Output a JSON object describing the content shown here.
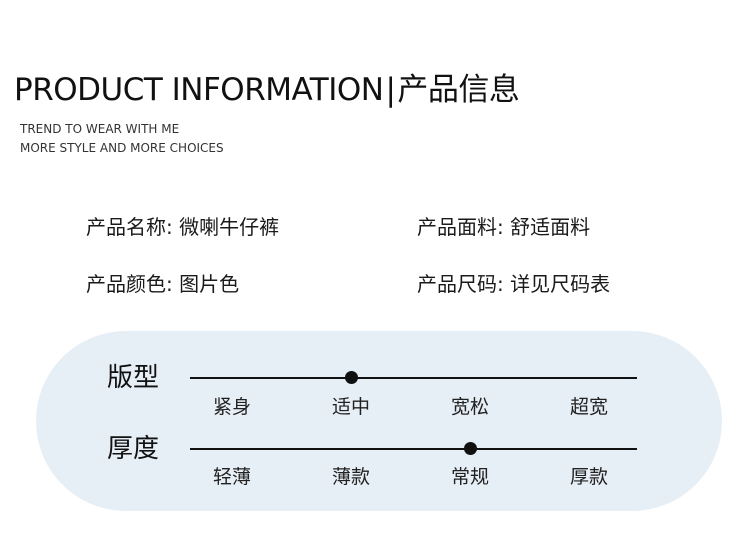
{
  "header": {
    "title_en": "PRODUCT INFORMATION",
    "separator": "|",
    "title_cn": "产品信息",
    "subtitle_line1": "TREND TO WEAR WITH ME",
    "subtitle_line2": "MORE STYLE AND MORE CHOICES"
  },
  "info": {
    "name_label": "产品名称:",
    "name_value": "微喇牛仔裤",
    "fabric_label": "产品面料:",
    "fabric_value": "舒适面料",
    "color_label": "产品颜色:",
    "color_value": "图片色",
    "size_label": "产品尺码:",
    "size_value": "详见尺码表"
  },
  "scales": {
    "fit": {
      "label": "版型",
      "options": [
        "紧身",
        "适中",
        "宽松",
        "超宽"
      ],
      "selected_index": 1
    },
    "thickness": {
      "label": "厚度",
      "options": [
        "轻薄",
        "薄款",
        "常规",
        "厚款"
      ],
      "selected_index": 2
    }
  },
  "colors": {
    "panel_background": "#e6eef6",
    "ink": "#111111"
  }
}
